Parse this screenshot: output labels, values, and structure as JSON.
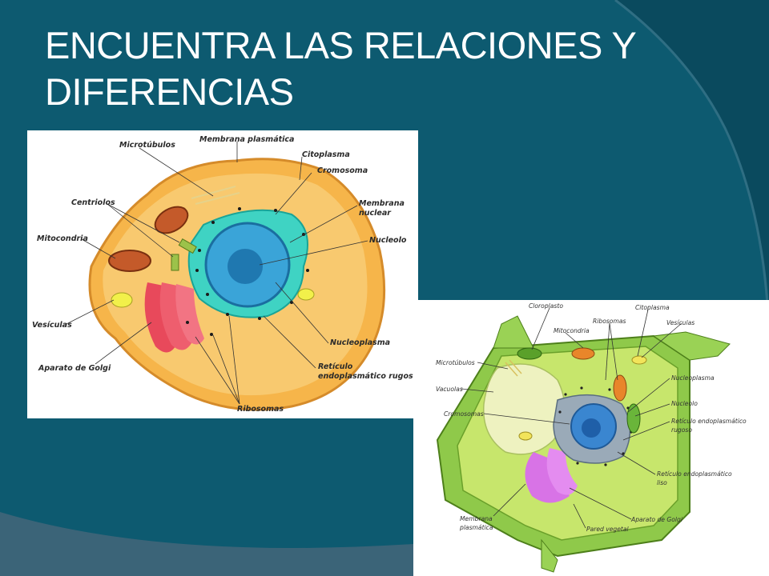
{
  "slide": {
    "title_line1": "ENCUENTRA LAS RELACIONES Y",
    "title_line2": "DIFERENCIAS"
  },
  "colors": {
    "background": "#0d5a70",
    "background_dark": "#0a4a5e",
    "corner_band": "#3b6478",
    "title_text": "#ffffff"
  },
  "animal_cell": {
    "labels": {
      "microtubulos": "Microtúbulos",
      "membrana_plasmatica": "Membrana plasmática",
      "citoplasma": "Citoplasma",
      "cromosoma": "Cromosoma",
      "centriolos": "Centriolos",
      "membrana_nuclear_1": "Membrana",
      "membrana_nuclear_2": "nuclear",
      "mitocondria": "Mitocondria",
      "nucleolo": "Nucleolo",
      "vesiculas": "Vesículas",
      "nucleoplasma": "Nucleoplasma",
      "aparato_golgi": "Aparato de Golgi",
      "reticulo_1": "Retículo",
      "reticulo_2": "endoplasmático rugoso",
      "ribosomas": "Ribosomas"
    }
  },
  "plant_cell": {
    "labels": {
      "cloroplasto": "Cloroplasto",
      "citoplasma": "Citoplasma",
      "ribosomas": "Ribosomas",
      "vesiculas": "Vesículas",
      "mitocondria": "Mitocondria",
      "microtubulos": "Microtúbulos",
      "nucleoplasma": "Nucleoplasma",
      "vacuolas": "Vacuolas",
      "nucleolo": "Nucleolo",
      "cromosomas": "Cromosomas",
      "reticulo_rugoso_1": "Retículo endoplasmático",
      "reticulo_rugoso_2": "rugoso",
      "reticulo_liso_1": "Retículo endoplasmático",
      "reticulo_liso_2": "liso",
      "membrana_1": "Membrana",
      "membrana_2": "plasmática",
      "aparato_golgi": "Aparato de Golgi",
      "pared_vegetal": "Pared vegetal"
    }
  }
}
